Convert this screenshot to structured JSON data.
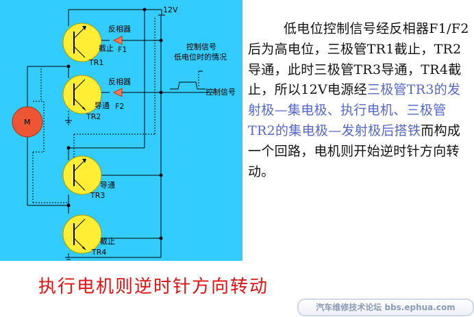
{
  "diagram": {
    "supply_label": "12V",
    "inverter_label": "反相器",
    "f1_label": "F1",
    "f2_label": "F2",
    "tr1": {
      "name": "TR1",
      "state": "截止"
    },
    "tr2": {
      "name": "TR2",
      "state": "导通"
    },
    "tr3": {
      "name": "TR3",
      "state": "导通"
    },
    "tr4": {
      "name": "TR4",
      "state": "截止"
    },
    "motor_label": "M",
    "signal_caption_line1": "控制信号",
    "signal_caption_line2": "低电位时的情况",
    "control_signal_label": "控制信号"
  },
  "description": {
    "part1": "低电位控制信号经反相器F1/F2后为高电位，三极管TR1截止，TR2导通，此时三极管TR3导通，TR4截止，所以12V电源经",
    "part2_highlight": "三极管TR3的发射极—集电极、执行电机、三极管TR2的集电极—发射极后搭铁",
    "part3": "而构成一个回路，电机则开始逆时针方向转动。"
  },
  "bottom_title": "执行电机则逆时针方向转动",
  "watermark": "汽车维修技术论坛 bbs.ephua.com",
  "colors": {
    "diagram_background": "#33ccff",
    "transistor_fill": "#ffee33",
    "motor_fill": "#ee5533",
    "title_red": "#e01010",
    "highlight_blue": "#5566cc"
  }
}
